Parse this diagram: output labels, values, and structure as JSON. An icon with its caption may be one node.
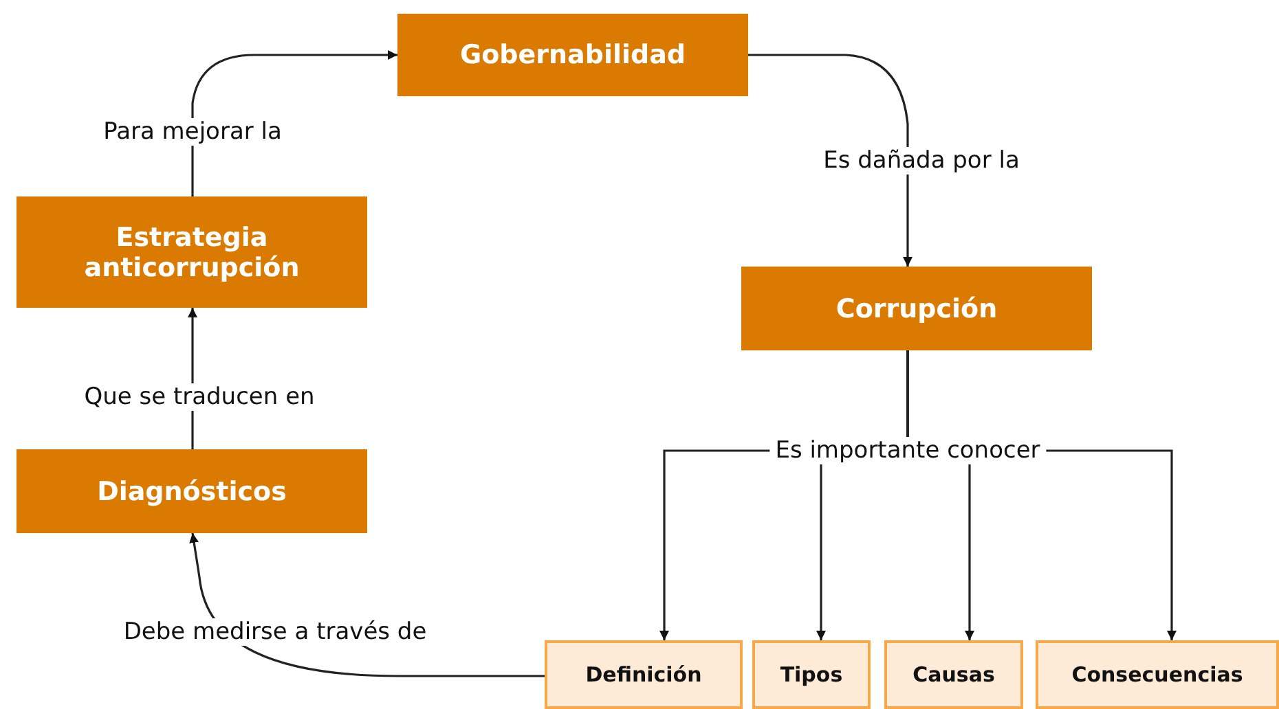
{
  "diagram": {
    "nodes": [
      {
        "text": [
          "Gobernabilidad"
        ]
      },
      {
        "text": [
          "Estrategia anticorrupción"
        ]
      },
      {
        "text": [
          "Corrupción"
        ]
      },
      {
        "text": [
          "Diagnósticos"
        ]
      },
      {
        "text": [
          "Definición"
        ]
      },
      {
        "text": [
          "Tipos"
        ]
      },
      {
        "text": [
          "Causas"
        ]
      },
      {
        "text": [
          "Consecuencias"
        ]
      }
    ],
    "edges": [
      {
        "from": 1,
        "to": 0,
        "arrow": "to",
        "label": "Para mejorar la"
      },
      {
        "from": 0,
        "to": 2,
        "arrow": "to",
        "label": "Es dañada por la"
      },
      {
        "from": 3,
        "to": 1,
        "arrow": "to",
        "label": "Que se traducen en"
      },
      {
        "from": 2,
        "to": 4,
        "arrow": "to",
        "label": "Es importante conocer"
      },
      {
        "from": 2,
        "to": 5,
        "arrow": "to"
      },
      {
        "from": 2,
        "to": 6,
        "arrow": "to"
      },
      {
        "from": 2,
        "to": 7,
        "arrow": "to"
      },
      {
        "from": 4,
        "to": 3,
        "arrow": "to",
        "label": "Debe medirse a través de"
      }
    ]
  }
}
